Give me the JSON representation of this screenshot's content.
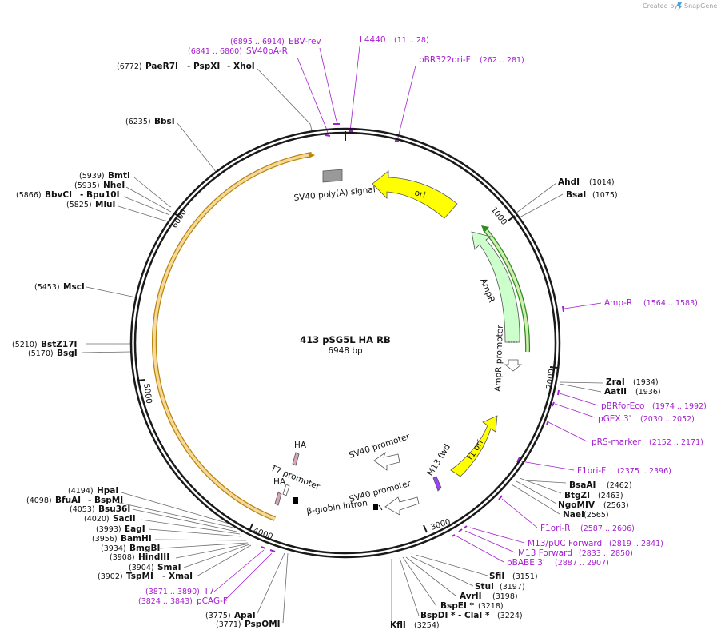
{
  "credit": {
    "prefix": "Created by",
    "brand": "SnapGene"
  },
  "plasmid": {
    "name": "413 pSG5L HA RB",
    "size_text": "6948 bp",
    "length": 6948
  },
  "ticks": [
    {
      "pos": 1000,
      "label": "1000"
    },
    {
      "pos": 2000,
      "label": "2000"
    },
    {
      "pos": 3000,
      "label": "3000"
    },
    {
      "pos": 4000,
      "label": "4000"
    },
    {
      "pos": 5000,
      "label": "5000"
    },
    {
      "pos": 6000,
      "label": "6000"
    }
  ],
  "enzymes": [
    {
      "name": "PaeR7I",
      "pos_text": "(6772)",
      "extra": [
        "PspXI",
        "XhoI"
      ]
    },
    {
      "name": "BbsI",
      "pos_text": "(6235)"
    },
    {
      "name": "BmtI",
      "pos_text": "(5939)"
    },
    {
      "name": "NheI",
      "pos_text": "(5935)"
    },
    {
      "name": "BbvCI",
      "pos_text": "(5866)",
      "extra": [
        "Bpu10I"
      ]
    },
    {
      "name": "MluI",
      "pos_text": "(5825)"
    },
    {
      "name": "MscI",
      "pos_text": "(5453)"
    },
    {
      "name": "BstZ17I",
      "pos_text": "(5210)"
    },
    {
      "name": "BsgI",
      "pos_text": "(5170)"
    },
    {
      "name": "HpaI",
      "pos_text": "(4194)"
    },
    {
      "name": "BfuAI",
      "pos_text": "(4098)",
      "extra": [
        "BspMI"
      ]
    },
    {
      "name": "Bsu36I",
      "pos_text": "(4053)"
    },
    {
      "name": "SacII",
      "pos_text": "(4020)"
    },
    {
      "name": "EagI",
      "pos_text": "(3993)"
    },
    {
      "name": "BamHI",
      "pos_text": "(3956)"
    },
    {
      "name": "BmgBI",
      "pos_text": "(3934)"
    },
    {
      "name": "HindIII",
      "pos_text": "(3908)"
    },
    {
      "name": "SmaI",
      "pos_text": "(3904)"
    },
    {
      "name": "TspMI",
      "pos_text": "(3902)",
      "extra": [
        "XmaI"
      ]
    },
    {
      "name": "ApaI",
      "pos_text": "(3775)"
    },
    {
      "name": "PspOMI",
      "pos_text": "(3771)"
    },
    {
      "name": "AhdI",
      "pos_text": "(1014)"
    },
    {
      "name": "BsaI",
      "pos_text": "(1075)"
    },
    {
      "name": "ZraI",
      "pos_text": "(1934)"
    },
    {
      "name": "AatII",
      "pos_text": "(1936)"
    },
    {
      "name": "BsaAI",
      "pos_text": "(2462)"
    },
    {
      "name": "BtgZI",
      "pos_text": "(2463)"
    },
    {
      "name": "NgoMIV",
      "pos_text": "(2563)"
    },
    {
      "name": "NaeI",
      "pos_text": "(2565)"
    },
    {
      "name": "SfiI",
      "pos_text": "(3151)"
    },
    {
      "name": "StuI",
      "pos_text": "(3197)"
    },
    {
      "name": "AvrII",
      "pos_text": "(3198)"
    },
    {
      "name": "BspEI *",
      "pos_text": "(3218)"
    },
    {
      "name": "BspDI *",
      "pos_text": "(3224)",
      "extra": [
        "ClaI *"
      ]
    },
    {
      "name": "KflI",
      "pos_text": "(3254)"
    }
  ],
  "primers": [
    {
      "name": "EBV-rev",
      "pos_text": "(6895 .. 6914)"
    },
    {
      "name": "SV40pA-R",
      "pos_text": "(6841 .. 6860)"
    },
    {
      "name": "L4440",
      "pos_text": "(11 .. 28)"
    },
    {
      "name": "pBR322ori-F",
      "pos_text": "(262 .. 281)"
    },
    {
      "name": "Amp-R",
      "pos_text": "(1564 .. 1583)"
    },
    {
      "name": "pBRforEco",
      "pos_text": "(1974 .. 1992)"
    },
    {
      "name": "pGEX 3'",
      "pos_text": "(2030 .. 2052)"
    },
    {
      "name": "pRS-marker",
      "pos_text": "(2152 .. 2171)"
    },
    {
      "name": "F1ori-F",
      "pos_text": "(2375 .. 2396)"
    },
    {
      "name": "F1ori-R",
      "pos_text": "(2587 .. 2606)"
    },
    {
      "name": "M13/pUC Forward",
      "pos_text": "(2819 .. 2841)"
    },
    {
      "name": "M13 Forward",
      "pos_text": "(2833 .. 2850)"
    },
    {
      "name": "pBABE 3'",
      "pos_text": "(2887 .. 2907)"
    },
    {
      "name": "T7",
      "pos_text": "(3871 .. 3890)"
    },
    {
      "name": "pCAG-F",
      "pos_text": "(3824 .. 3843)"
    }
  ],
  "features": [
    {
      "name": "ori",
      "color": "#ffff00"
    },
    {
      "name": "AmpR",
      "color": "#ccffcc"
    },
    {
      "name": "AmpR promoter",
      "color": "#ffffff"
    },
    {
      "name": "f1 ori",
      "color": "#ffff00"
    },
    {
      "name": "M13 fwd",
      "color": "#9f3fff"
    },
    {
      "name": "SV40 promoter",
      "color": "#ffffff"
    },
    {
      "name": "SV40 promoter",
      "color": "#ffffff"
    },
    {
      "name": "β-globin intron",
      "color": "#000000"
    },
    {
      "name": "T7 promoter",
      "color": "#ffffff"
    },
    {
      "name": "HA",
      "color": "#d9a5b3"
    },
    {
      "name": "HA",
      "color": "#d9a5b3"
    },
    {
      "name": "SV40 poly(A) signal",
      "color": "#999999"
    }
  ],
  "colors": {
    "backbone": "#1a1a1a",
    "enzyme_line": "#6b6b6b",
    "primer": "#a41fd0",
    "outer_arc": "#f6d89a",
    "outer_arc_stroke": "#b8860b",
    "green_arc": "#cfeeb0",
    "green_arc_stroke": "#2e8b1f"
  }
}
